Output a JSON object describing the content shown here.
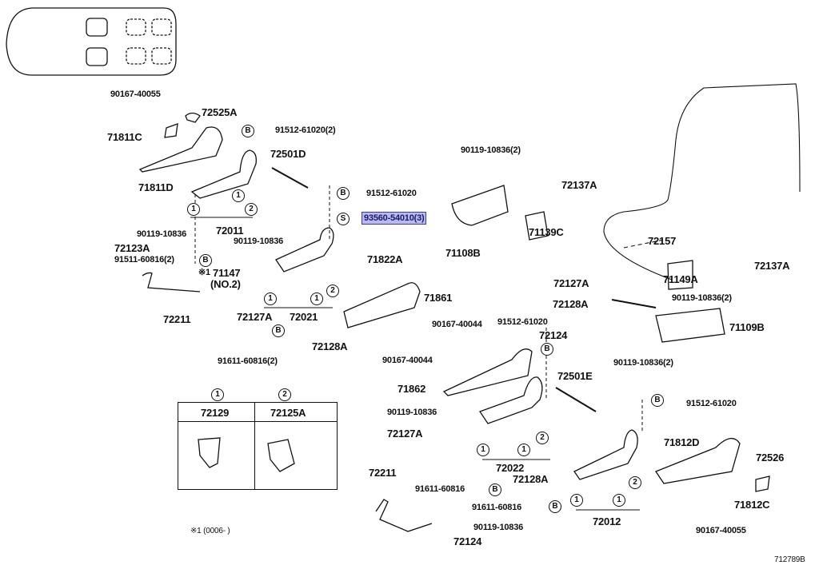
{
  "diagram_id": "712789B",
  "markers": {
    "one": "1",
    "two": "2",
    "b": "B",
    "s": "S"
  },
  "highlight_color": "#b9b9f0",
  "labels": [
    "90167-40055",
    "72525A",
    "71811C",
    "91512-61020(2)",
    "72501D",
    "71811D",
    "91512-61020",
    "93560-54010(3)",
    "72137A",
    "90119-10836(2)",
    "71139C",
    "72157",
    "71108B",
    "90119-10836",
    "72011",
    "72123A",
    "91511-60816(2)",
    "※1",
    "71147",
    "(NO.2)",
    "90119-10836",
    "71822A",
    "72127A",
    "72137A",
    "71149A",
    "71861",
    "72128A",
    "90119-10836(2)",
    "72211",
    "72127A",
    "72021",
    "90167-40044",
    "91512-61020",
    "72124",
    "71109B",
    "72128A",
    "91611-60816(2)",
    "90119-10836(2)",
    "90167-40044",
    "71862",
    "72501E",
    "91512-61020",
    "90119-10836",
    "72127A",
    "72022",
    "72128A",
    "72211",
    "71812D",
    "72526",
    "91611-60816",
    "91611-60816",
    "71812C",
    "72012",
    "90119-10836",
    "72124",
    "90167-40055",
    "※1 (0006-     )"
  ],
  "legend_table": {
    "columns": [
      {
        "marker": "1",
        "part": "72129"
      },
      {
        "marker": "2",
        "part": "72125A"
      }
    ]
  }
}
